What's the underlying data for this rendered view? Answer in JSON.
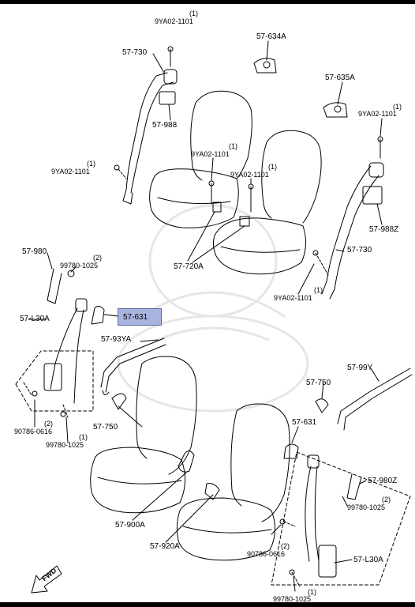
{
  "colors": {
    "highlight": "#a9b4de",
    "line": "#000000"
  },
  "labels": {
    "p9ya02_a": "9YA02-1101",
    "q_a": "(1)",
    "p57_730_l": "57-730",
    "p57_988": "57-988",
    "p57_634a": "57-634A",
    "p57_635a": "57-635A",
    "p9ya02_b": "9YA02-1101",
    "q_b": "(1)",
    "p9ya02_c": "9YA02-1101",
    "q_c": "(1)",
    "p9ya02_d": "9YA02-1101",
    "q_d": "(1)",
    "p9ya02_e": "9YA02-1101",
    "q_e": "(1)",
    "p57_988z": "57-988Z",
    "p57_730_r": "57-730",
    "p57_720a": "57-720A",
    "p9ya02_f": "9YA02-1101",
    "q_f": "(1)",
    "p57_980": "57-980",
    "p99780_a": "99780-1025",
    "q_g": "(2)",
    "p57_l30a_l": "57-L30A",
    "p57_631_l": "57-631",
    "p57_93ya": "57-93YA",
    "p57_99y": "57-99Y",
    "p57_750_r": "57-750",
    "p57_750_l": "57-750",
    "p90786_l": "90786-0616",
    "q_h": "(2)",
    "p99780_b": "99780-1025",
    "q_i": "(1)",
    "p57_631_r": "57-631",
    "p57_980z": "57-980Z",
    "p99780_c": "99780-1025",
    "q_j": "(2)",
    "p57_900a": "57-900A",
    "p57_920a": "57-920A",
    "p90786_r": "90786-0616",
    "q_k": "(2)",
    "p57_l30a_r": "57-L30A",
    "p99780_d": "99780-1025",
    "q_l": "(1)",
    "fwd": "FWD"
  }
}
